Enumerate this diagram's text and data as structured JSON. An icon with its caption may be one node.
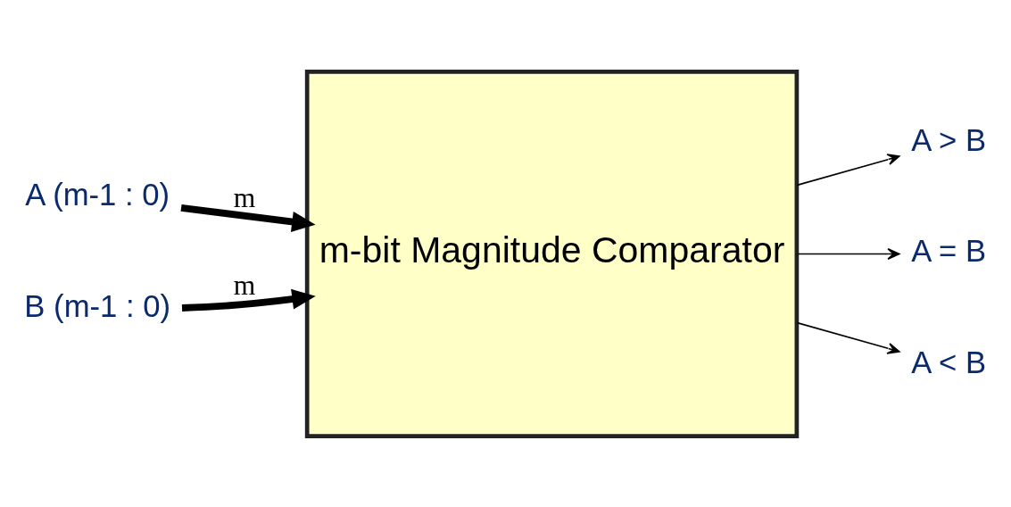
{
  "diagram": {
    "nodes": [
      {
        "text": [
          "A (m-1 : 0)"
        ]
      },
      {
        "text": [
          "B (m-1 : 0)"
        ]
      },
      {
        "text": [
          "m-bit Magnitude Comparator"
        ]
      },
      {
        "text": [
          "A > B"
        ]
      },
      {
        "text": [
          "A = B"
        ]
      },
      {
        "text": [
          "A < B"
        ]
      }
    ],
    "edges": [
      {
        "from": 0,
        "to": 2,
        "arrow": "to",
        "label": "m",
        "style": "thick"
      },
      {
        "from": 1,
        "to": 2,
        "arrow": "to",
        "label": "m",
        "style": "thick"
      },
      {
        "from": 2,
        "to": 3,
        "arrow": "to"
      },
      {
        "from": 2,
        "to": 4,
        "arrow": "to"
      },
      {
        "from": 2,
        "to": 5,
        "arrow": "to"
      }
    ]
  }
}
